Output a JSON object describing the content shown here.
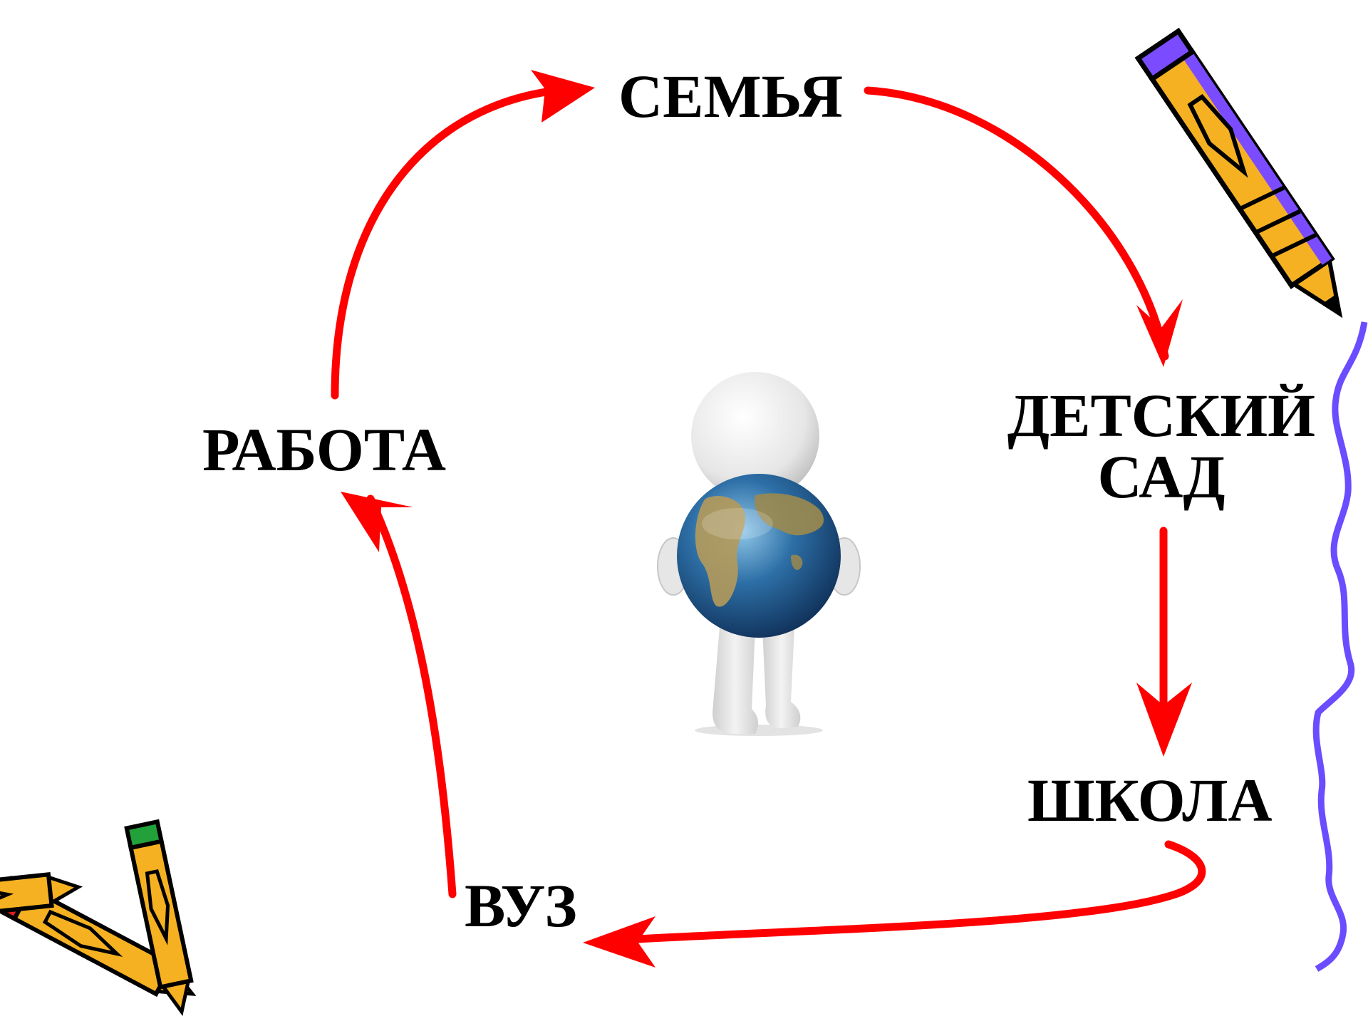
{
  "diagram": {
    "nodes": {
      "family": "СЕМЬЯ",
      "kindergarten_line1": "ДЕТСКИЙ",
      "kindergarten_line2": "САД",
      "school": "ШКОЛА",
      "university": "ВУЗ",
      "work": "РАБОТА"
    },
    "cycle_order": [
      "family",
      "kindergarten",
      "school",
      "university",
      "work"
    ],
    "arrow_color": "#ff0000"
  },
  "decorations": {
    "center_figure": "person-holding-globe",
    "top_right": "pencil-icon",
    "right_edge": "wavy-line",
    "bottom_left": "crossed-pencils-icon",
    "colors": {
      "pencil_body": "#f5b121",
      "pencil_stripe": "#000000",
      "wavy_line": "#6b4cff",
      "pencil_accent_purple": "#7b4cff",
      "pencil_accent_red": "#e0201b",
      "pencil_accent_green": "#22a03a"
    }
  }
}
